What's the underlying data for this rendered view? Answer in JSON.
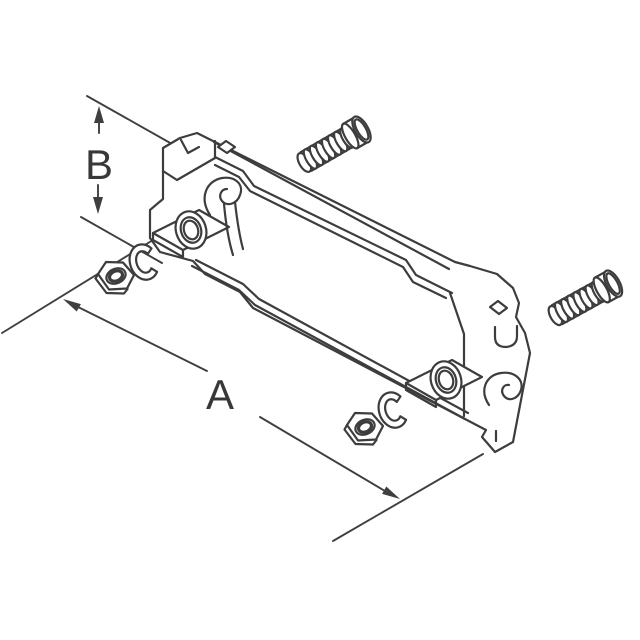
{
  "diagram": {
    "title": "isometric-exploded-hardware-drawing",
    "background_color": "#ffffff",
    "line_color": "#3d3d3d",
    "dimensions": {
      "a_label": "A",
      "b_label": "B"
    },
    "components": [
      {
        "name": "clamp-bracket",
        "count": 1
      },
      {
        "name": "pan-head-screw",
        "count": 2
      },
      {
        "name": "hex-nut",
        "count": 2
      },
      {
        "name": "retaining-ring",
        "count": 2
      }
    ]
  }
}
